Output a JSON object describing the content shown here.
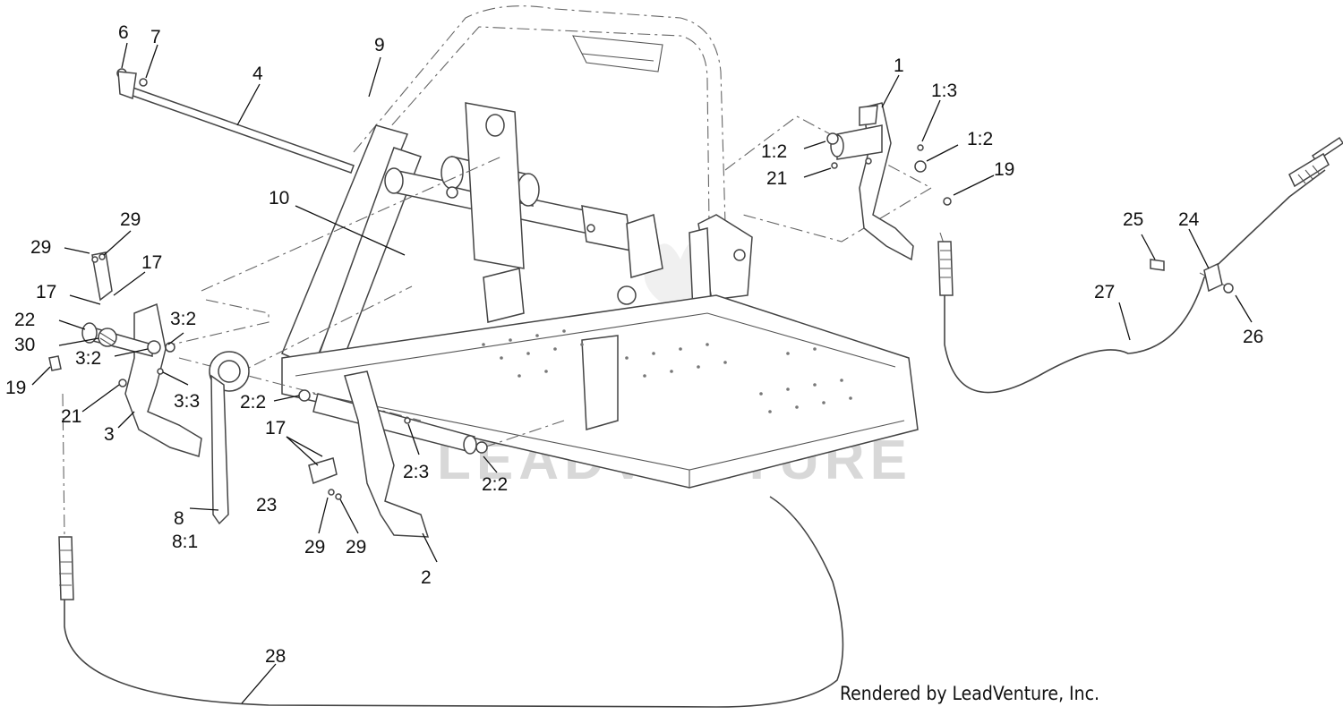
{
  "watermark": "LEADVENTURE",
  "credit": "Rendered by LeadVenture, Inc.",
  "colors": {
    "line": "#444444",
    "text": "#111111",
    "watermark": "#d8d8d8"
  },
  "callouts": {
    "c1": "1",
    "c1_3": "1:3",
    "c1_2a": "1:2",
    "c1_2b": "1:2",
    "c21a": "21",
    "c19a": "19",
    "c25": "25",
    "c24": "24",
    "c27": "27",
    "c26": "26",
    "c6": "6",
    "c7": "7",
    "c4": "4",
    "c9": "9",
    "c10": "10",
    "c29a": "29",
    "c29b": "29",
    "c17a": "17",
    "c17b": "17",
    "c22": "22",
    "c30": "30",
    "c3_2a": "3:2",
    "c3_2b": "3:2",
    "c3_3": "3:3",
    "c19b": "19",
    "c21b": "21",
    "c3": "3",
    "c2_2a": "2:2",
    "c17c": "17",
    "c2_3": "2:3",
    "c2_2b": "2:2",
    "c23": "23",
    "c8": "8",
    "c8_1": "8:1",
    "c29c": "29",
    "c29d": "29",
    "c2": "2",
    "c28": "28"
  }
}
